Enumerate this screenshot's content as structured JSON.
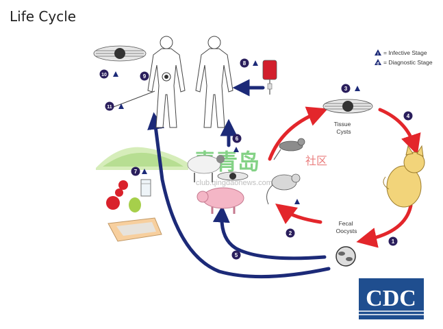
{
  "title": "Life Cycle",
  "legend": {
    "marker_symbol": "i",
    "marker_symbol_diag": "d",
    "infective": "= Infective Stage",
    "diagnostic": "= Diagnostic Stage"
  },
  "stages": [
    {
      "num": "1"
    },
    {
      "num": "2"
    },
    {
      "num": "3"
    },
    {
      "num": "4"
    },
    {
      "num": "5"
    },
    {
      "num": "6"
    },
    {
      "num": "7"
    },
    {
      "num": "8"
    },
    {
      "num": "9"
    },
    {
      "num": "10"
    },
    {
      "num": "11"
    }
  ],
  "labels": {
    "tissue_1": "Tissue",
    "tissue_2": "Cysts",
    "fecal_1": "Fecal",
    "fecal_2": "Oocysts"
  },
  "watermark": {
    "cn": "青青岛",
    "cn2": "社区",
    "url": "club.qingdaonews.com"
  },
  "logo": {
    "text": "CDC"
  },
  "colors": {
    "red_arrow": "#e3262b",
    "blue_arrow": "#1c2a78",
    "badge": "#2a1e5c",
    "logo_bg": "#1f4e8f",
    "watermark_green": "#3fb94a"
  }
}
